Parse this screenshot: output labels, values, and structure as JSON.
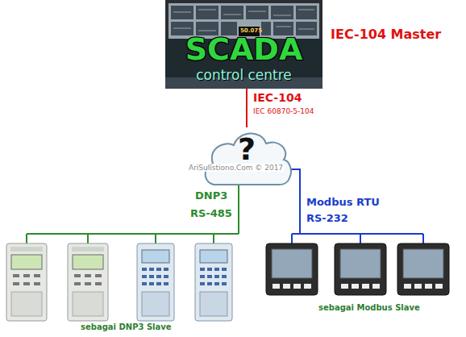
{
  "diagram": {
    "nodes": [
      {
        "text": [
          "SCADA",
          "control centre",
          "IEC-104 Master"
        ]
      },
      {
        "text": [
          "?"
        ]
      },
      {
        "text": [
          "sebagai DNP3 Slave"
        ]
      },
      {
        "text": [
          "sebagai Modbus Slave"
        ]
      }
    ],
    "edges": [
      {
        "from": 0,
        "to": 1,
        "arrow": "none",
        "label": "IEC-104"
      },
      {
        "from": 1,
        "to": 2,
        "arrow": "none",
        "label": "DNP3"
      },
      {
        "from": 1,
        "to": 3,
        "arrow": "none",
        "label": "Modbus RTU"
      }
    ],
    "labels": [
      "IEC 60870-5-104",
      "RS-485",
      "RS-232",
      "AriSulistiono.Com © 2017",
      "50.075"
    ]
  }
}
